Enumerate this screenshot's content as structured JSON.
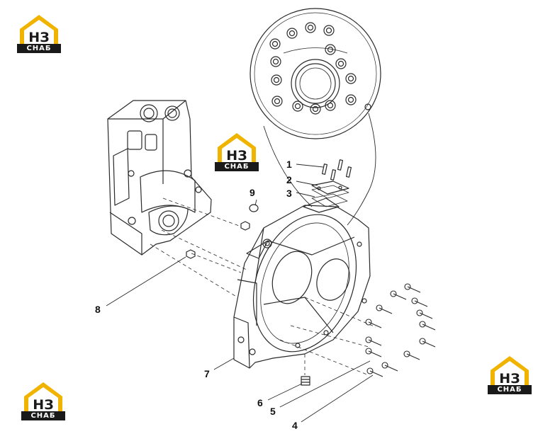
{
  "colors": {
    "line": "#2a2a2a",
    "logo_gold": "#f0b400",
    "logo_dark": "#1a1a1a"
  },
  "logos": [
    {
      "mark": "НЗ",
      "caption": "СНАБ"
    },
    {
      "mark": "НЗ",
      "caption": "СНАБ"
    },
    {
      "mark": "НЗ",
      "caption": "СНАБ"
    },
    {
      "mark": "НЗ",
      "caption": "СНАБ"
    }
  ],
  "callouts": [
    "1",
    "2",
    "3",
    "4",
    "5",
    "6",
    "7",
    "8",
    "9"
  ]
}
